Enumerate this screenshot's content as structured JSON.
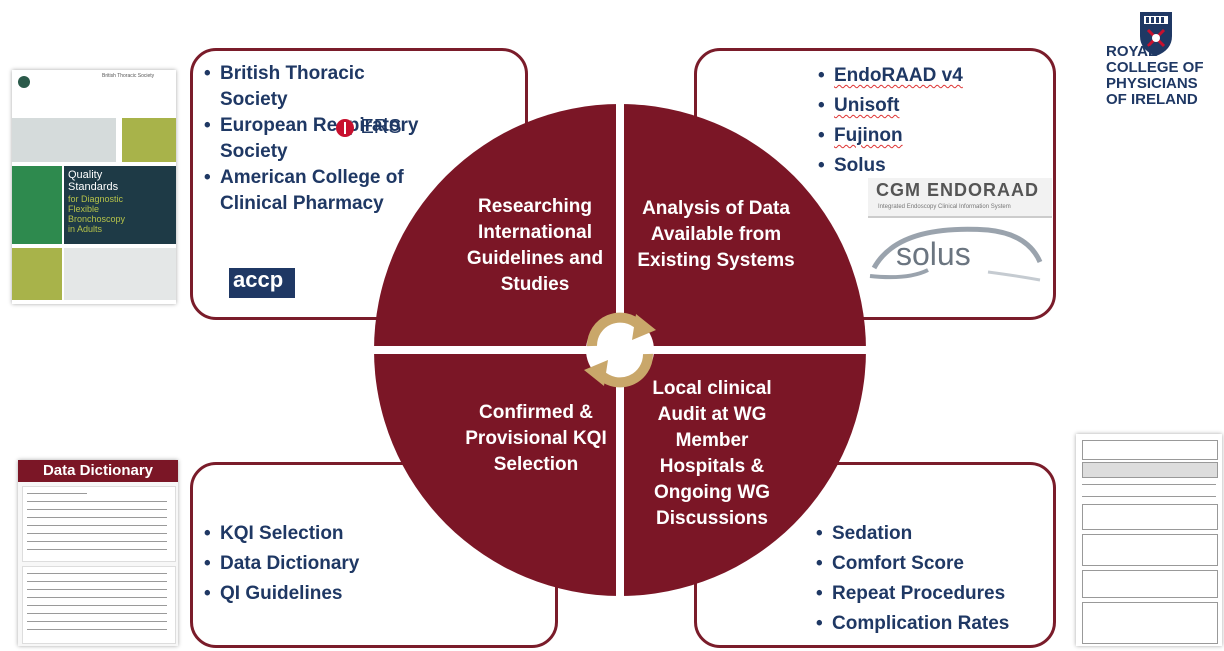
{
  "diagram": {
    "quadrants": {
      "top_left": "Researching International Guidelines and Studies",
      "top_right": "Analysis of Data Available from Existing Systems",
      "bottom_left": "Confirmed & Provisional KQI Selection",
      "bottom_right": "Local clinical Audit at WG Member Hospitals & Ongoing WG Discussions"
    },
    "center_icon": "recycle-arrows-icon",
    "colors": {
      "circle": "#7b1626",
      "border": "#7a1c2a",
      "text": "#1f3864",
      "center": "#c9a76a"
    }
  },
  "boxes": {
    "top_left": {
      "items": [
        "British Thoracic Society",
        "European Respiratory Society",
        "American College of Clinical Pharmacy"
      ]
    },
    "top_right": {
      "items": [
        "EndoRAAD v4",
        "Unisoft",
        "Fujinon",
        "Solus"
      ]
    },
    "bottom_left": {
      "items": [
        "KQI Selection",
        "Data Dictionary",
        "QI Guidelines"
      ]
    },
    "bottom_right": {
      "items": [
        "Sedation",
        "Comfort Score",
        "Repeat Procedures",
        "Complication Rates"
      ]
    }
  },
  "logos": {
    "ers": "ERS",
    "accp": "accp",
    "cgm": "CGM ENDORAAD",
    "cgm_sub": "Integrated Endoscopy Clinical Information System",
    "solus": "solus",
    "rcpi": [
      "ROYAL",
      "COLLEGE OF",
      "PHYSICIANS",
      "OF IRELAND"
    ]
  },
  "bts_doc": {
    "org": "British Thoracic Society",
    "title": [
      "Quality",
      "Standards"
    ],
    "subtitle": [
      "for Diagnostic",
      "Flexible",
      "Bronchoscopy",
      "in Adults"
    ]
  },
  "data_dictionary": {
    "title": "Data Dictionary"
  }
}
